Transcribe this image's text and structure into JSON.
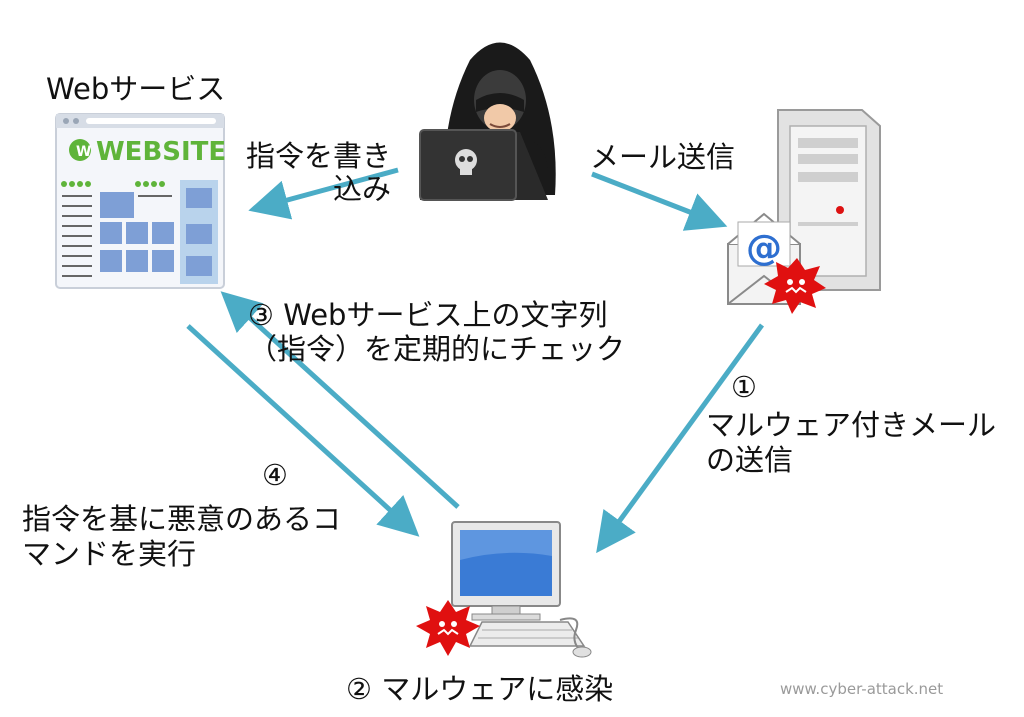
{
  "labels": {
    "web_service": "Webサービス",
    "website_logo": "WEBSITE",
    "write_command": "指令を書き\n込み",
    "mail_send": "メール送信",
    "step3": "③ Webサービス上の文字列\n（指令）を定期的にチェック",
    "step1_number": "①",
    "step1_text": "マルウェア付きメール\nの送信",
    "step4_number": "④",
    "step4_text": "指令を基に悪意のあるコ\nマンドを実行",
    "step2": "② マルウェアに感染",
    "watermark": "www.cyber-attack.net"
  },
  "colors": {
    "arrow": "#4bacc6",
    "virus": "#e01010",
    "hacker": "#1a1a1a",
    "screen": "#3a7bd5",
    "website_green": "#5fb43a",
    "block_blue": "#7e9fd6"
  },
  "icons": [
    "hacker-icon",
    "website-icon",
    "server-icon",
    "envelope-icon",
    "virus-icon",
    "pc-icon"
  ]
}
